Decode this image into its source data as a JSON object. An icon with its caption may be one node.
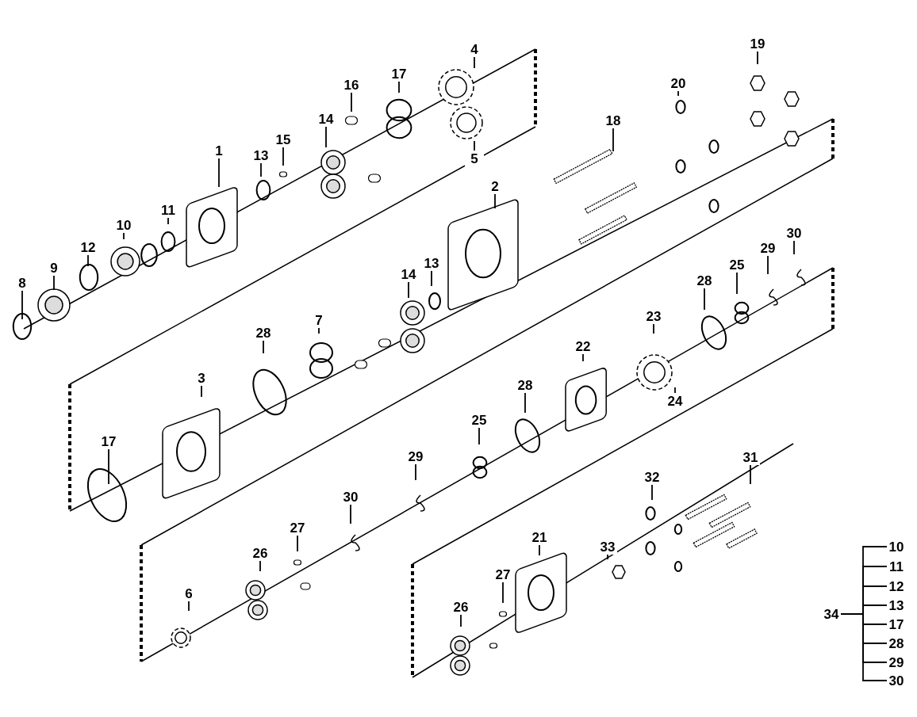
{
  "diagram": {
    "nodes": [
      {
        "text": [
          "4"
        ]
      },
      {
        "text": [
          "5"
        ]
      },
      {
        "text": [
          "19"
        ]
      },
      {
        "text": [
          "20"
        ]
      },
      {
        "text": [
          "18"
        ]
      },
      {
        "text": [
          "16"
        ]
      },
      {
        "text": [
          "17"
        ]
      },
      {
        "text": [
          "14"
        ]
      },
      {
        "text": [
          "15"
        ]
      },
      {
        "text": [
          "13"
        ]
      },
      {
        "text": [
          "1"
        ]
      },
      {
        "text": [
          "11"
        ]
      },
      {
        "text": [
          "10"
        ]
      },
      {
        "text": [
          "12"
        ]
      },
      {
        "text": [
          "9"
        ]
      },
      {
        "text": [
          "8"
        ]
      },
      {
        "text": [
          "2"
        ]
      },
      {
        "text": [
          "14"
        ]
      },
      {
        "text": [
          "13"
        ]
      },
      {
        "text": [
          "7"
        ]
      },
      {
        "text": [
          "28"
        ]
      },
      {
        "text": [
          "3"
        ]
      },
      {
        "text": [
          "17"
        ]
      },
      {
        "text": [
          "22"
        ]
      },
      {
        "text": [
          "23"
        ]
      },
      {
        "text": [
          "24"
        ]
      },
      {
        "text": [
          "28"
        ]
      },
      {
        "text": [
          "25"
        ]
      },
      {
        "text": [
          "29"
        ]
      },
      {
        "text": [
          "30"
        ]
      },
      {
        "text": [
          "28"
        ]
      },
      {
        "text": [
          "25"
        ]
      },
      {
        "text": [
          "29"
        ]
      },
      {
        "text": [
          "30"
        ]
      },
      {
        "text": [
          "27"
        ]
      },
      {
        "text": [
          "26"
        ]
      },
      {
        "text": [
          "6"
        ]
      },
      {
        "text": [
          "32"
        ]
      },
      {
        "text": [
          "31"
        ]
      },
      {
        "text": [
          "33"
        ]
      },
      {
        "text": [
          "21"
        ]
      },
      {
        "text": [
          "27"
        ]
      },
      {
        "text": [
          "26"
        ]
      },
      {
        "text": [
          "34"
        ]
      },
      {
        "text": [
          "10"
        ]
      },
      {
        "text": [
          "11"
        ]
      },
      {
        "text": [
          "12"
        ]
      },
      {
        "text": [
          "13"
        ]
      },
      {
        "text": [
          "17"
        ]
      },
      {
        "text": [
          "28"
        ]
      },
      {
        "text": [
          "29"
        ]
      },
      {
        "text": [
          "30"
        ]
      }
    ],
    "edges": [
      {
        "from": 0,
        "to": null,
        "arrow": "none"
      },
      {
        "from": 1,
        "to": null,
        "arrow": "none"
      },
      {
        "from": 2,
        "to": null,
        "arrow": "none"
      },
      {
        "from": 3,
        "to": null,
        "arrow": "none"
      },
      {
        "from": 4,
        "to": null,
        "arrow": "none"
      },
      {
        "from": 5,
        "to": null,
        "arrow": "none"
      },
      {
        "from": 6,
        "to": null,
        "arrow": "none"
      },
      {
        "from": 7,
        "to": null,
        "arrow": "none"
      },
      {
        "from": 8,
        "to": null,
        "arrow": "none"
      },
      {
        "from": 9,
        "to": null,
        "arrow": "none"
      },
      {
        "from": 10,
        "to": null,
        "arrow": "none"
      },
      {
        "from": 11,
        "to": null,
        "arrow": "none"
      },
      {
        "from": 12,
        "to": null,
        "arrow": "none"
      },
      {
        "from": 13,
        "to": null,
        "arrow": "none"
      },
      {
        "from": 14,
        "to": null,
        "arrow": "none"
      },
      {
        "from": 15,
        "to": null,
        "arrow": "none"
      },
      {
        "from": 16,
        "to": null,
        "arrow": "none"
      },
      {
        "from": 17,
        "to": null,
        "arrow": "none"
      },
      {
        "from": 18,
        "to": null,
        "arrow": "none"
      },
      {
        "from": 19,
        "to": null,
        "arrow": "none"
      },
      {
        "from": 20,
        "to": null,
        "arrow": "none"
      },
      {
        "from": 21,
        "to": null,
        "arrow": "none"
      },
      {
        "from": 22,
        "to": null,
        "arrow": "none"
      },
      {
        "from": 23,
        "to": null,
        "arrow": "none"
      },
      {
        "from": 24,
        "to": null,
        "arrow": "none"
      },
      {
        "from": 25,
        "to": null,
        "arrow": "none"
      },
      {
        "from": 26,
        "to": null,
        "arrow": "none"
      },
      {
        "from": 27,
        "to": null,
        "arrow": "none"
      },
      {
        "from": 28,
        "to": null,
        "arrow": "none"
      },
      {
        "from": 29,
        "to": null,
        "arrow": "none"
      },
      {
        "from": 30,
        "to": null,
        "arrow": "none"
      },
      {
        "from": 31,
        "to": null,
        "arrow": "none"
      },
      {
        "from": 32,
        "to": null,
        "arrow": "none"
      },
      {
        "from": 33,
        "to": null,
        "arrow": "none"
      },
      {
        "from": 34,
        "to": null,
        "arrow": "none"
      },
      {
        "from": 35,
        "to": null,
        "arrow": "none"
      },
      {
        "from": 36,
        "to": null,
        "arrow": "none"
      },
      {
        "from": 37,
        "to": null,
        "arrow": "none"
      },
      {
        "from": 38,
        "to": null,
        "arrow": "none"
      },
      {
        "from": 39,
        "to": null,
        "arrow": "none"
      },
      {
        "from": 40,
        "to": null,
        "arrow": "none"
      },
      {
        "from": 41,
        "to": null,
        "arrow": "none"
      },
      {
        "from": 42,
        "to": null,
        "arrow": "none"
      },
      {
        "from": 43,
        "to": 44,
        "arrow": "none"
      },
      {
        "from": 43,
        "to": 45,
        "arrow": "none"
      },
      {
        "from": 43,
        "to": 46,
        "arrow": "none"
      },
      {
        "from": 43,
        "to": 47,
        "arrow": "none"
      },
      {
        "from": 43,
        "to": 48,
        "arrow": "none"
      },
      {
        "from": 43,
        "to": 49,
        "arrow": "none"
      },
      {
        "from": 43,
        "to": 50,
        "arrow": "none"
      },
      {
        "from": 43,
        "to": 51,
        "arrow": "none"
      }
    ]
  }
}
